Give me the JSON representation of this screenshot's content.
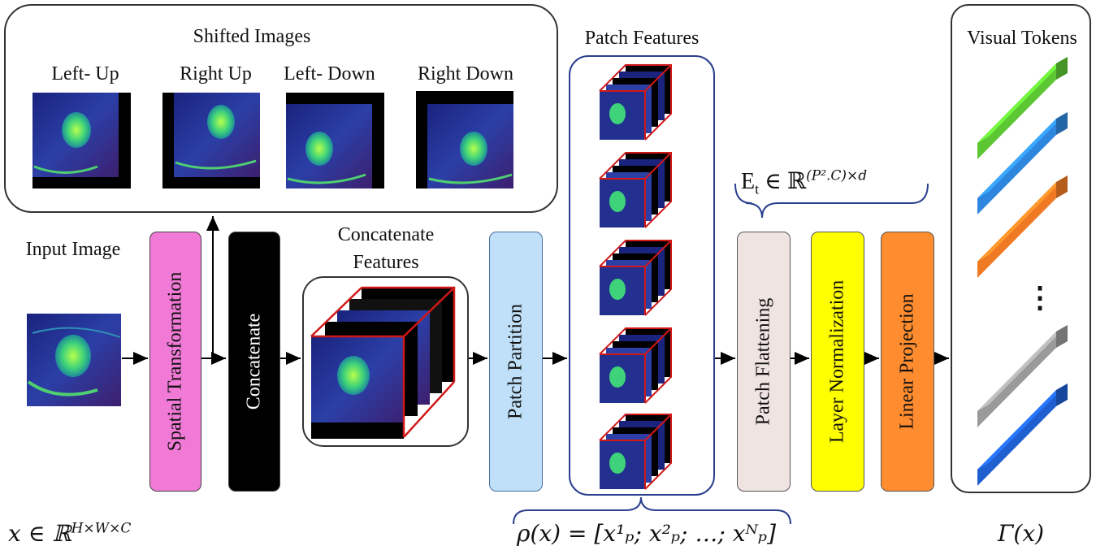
{
  "shifted": {
    "title": "Shifted Images",
    "labels": [
      "Left- Up",
      "Right Up",
      "Left- Down",
      "Right Down"
    ]
  },
  "input": {
    "title": "Input Image",
    "formula": "x ∈ ℝ",
    "formula_sup": "H×W×C"
  },
  "blocks": {
    "spatial": "Spatial Transformation",
    "concat": "Concatenate",
    "partition": "Patch Partition",
    "flatten": "Patch Flattening",
    "layernorm": "Layer Normalization",
    "linear": "Linear Projection"
  },
  "concat_features": {
    "line1": "Concatenate",
    "line2": "Features"
  },
  "patch_features": {
    "title": "Patch Features",
    "formula_lhs": "ρ",
    "formula_arg": "x",
    "formula_rhs": " = [x",
    "formula_full": "ρ(x) = [x¹ₚ; x²ₚ; …; xᴺₚ]"
  },
  "embedding": {
    "formula_base": "E",
    "formula_sub": "t",
    "formula_in": " ∈ ℝ",
    "formula_sup": "(P².C)×d"
  },
  "tokens": {
    "title": "Visual Tokens",
    "formula": "Γ(x)",
    "ellipsis": "⋮"
  },
  "colors": {
    "spatial": "#f07ad6",
    "concat": "#000000",
    "partition": "#bfe0f8",
    "flatten": "#f0e4e2",
    "layernorm": "#ffff00",
    "linear": "#ff8c2e",
    "token_green": "#5cc633",
    "token_blue": "#2e86de",
    "token_orange": "#f07a24",
    "token_gray": "#9a9a9a",
    "token_darkblue": "#1f5fd0"
  }
}
